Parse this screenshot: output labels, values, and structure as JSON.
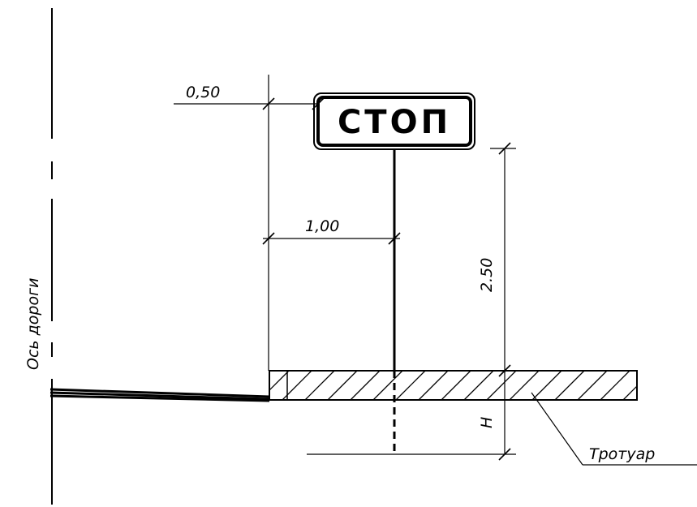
{
  "sign": {
    "text": "СТОП"
  },
  "dimensions": {
    "offset_top": "0,50",
    "offset_mid": "1,00",
    "height": "2.50",
    "depth": "H"
  },
  "labels": {
    "road_axis": "Ось дороги",
    "sidewalk": "Тротуар"
  }
}
